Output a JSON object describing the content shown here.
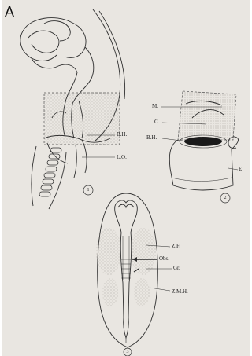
{
  "panel_letter": "A",
  "figure1": {
    "labels": {
      "bh": "B.H.",
      "lo": "L.O."
    },
    "number": "1"
  },
  "figure2": {
    "labels": {
      "m": "M.",
      "c": "C.",
      "bh": "B.H.",
      "e": "E"
    },
    "number": "2"
  },
  "figure3": {
    "labels": {
      "zf": "Z.F.",
      "obs": "Obs.",
      "gr": "Gr.",
      "zmh": "Z.M.H."
    },
    "number": "3"
  },
  "colors": {
    "background": "#e9e6e1",
    "ink": "#2a2a2a",
    "stipple": "#b5b0aa"
  }
}
